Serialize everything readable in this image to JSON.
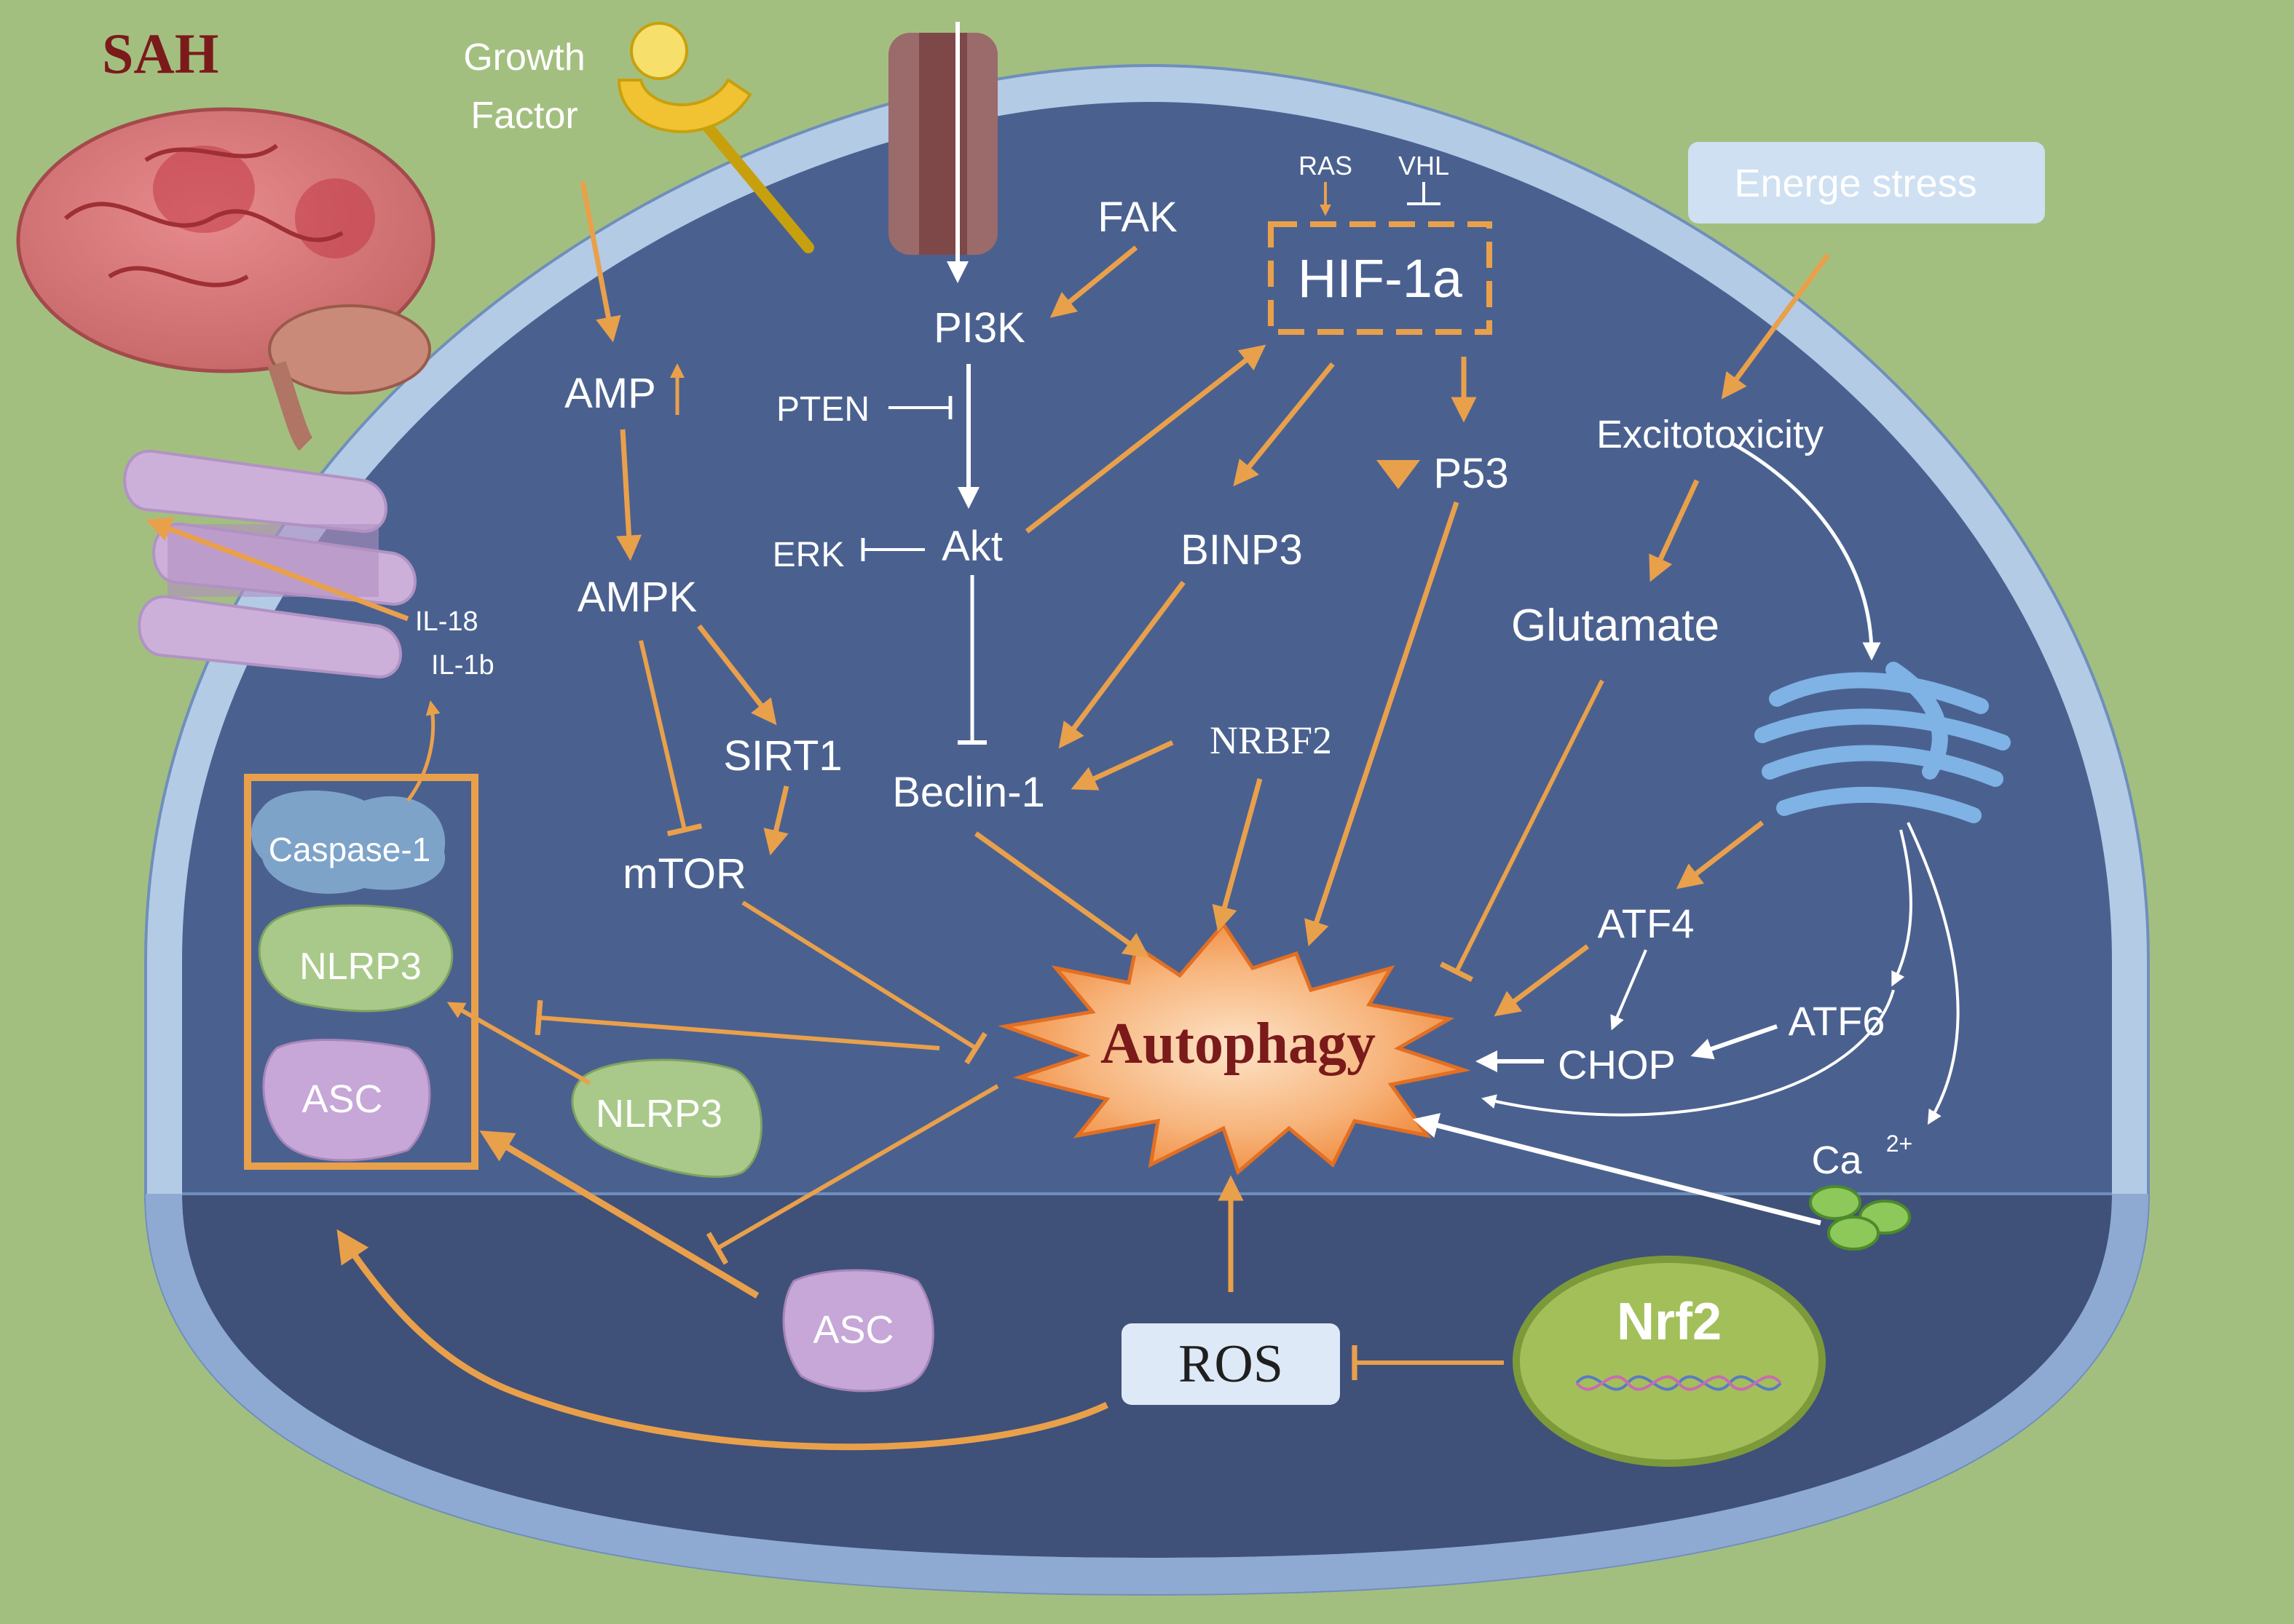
{
  "colors": {
    "background": "#a3bf80",
    "cell_dark": "#4a6190",
    "cell_band": "#3f5179",
    "membrane": "#b4cbe6",
    "arrow_orange": "#e9a04b",
    "arrow_white": "#ffffff",
    "title_red": "#7b1a1a",
    "nrf2_orange": "#e86c1a",
    "energy_box": "#cfe0f2",
    "ros_box": "#dde9f6"
  },
  "labels": {
    "sah": "SAH",
    "growth_factor_line1": "Growth",
    "growth_factor_line2": "Factor",
    "fak": "FAK",
    "pi3k": "PI3K",
    "pten": "PTEN",
    "akt": "Akt",
    "erk": "ERK",
    "ras": "RAS",
    "vhl": "VHL",
    "hif1a": "HIF-1a",
    "p53": "P53",
    "binp3": "BINP3",
    "energy_stress": "Energe stress",
    "excitotoxicity": "Excitotoxicity",
    "glutamate": "Glutamate",
    "amp": "AMP",
    "ampk": "AMPK",
    "sirt1": "SIRT1",
    "mtor": "mTOR",
    "beclin1": "Beclin-1",
    "nrbf2": "NRBF2",
    "il18": "IL-18",
    "il1b": "IL-1b",
    "caspase1": "Caspase-1",
    "nlrp3_box": "NLRP3",
    "asc_box": "ASC",
    "nlrp3_free": "NLRP3",
    "asc_free": "ASC",
    "autophagy": "Autophagy",
    "atf4": "ATF4",
    "atf6": "ATF6",
    "chop": "CHOP",
    "ca": "Ca",
    "ca_sup": "2+",
    "ros": "ROS",
    "nrf2": "Nrf2"
  },
  "icons": [
    "brain-icon",
    "growth-factor-receptor-icon",
    "membrane-channel-icon",
    "cytokine-channel-icon",
    "endoplasmic-reticulum-icon",
    "calcium-store-icon",
    "dna-helix-icon",
    "caspase-protein-icon",
    "nlrp3-protein-icon",
    "asc-protein-icon"
  ]
}
